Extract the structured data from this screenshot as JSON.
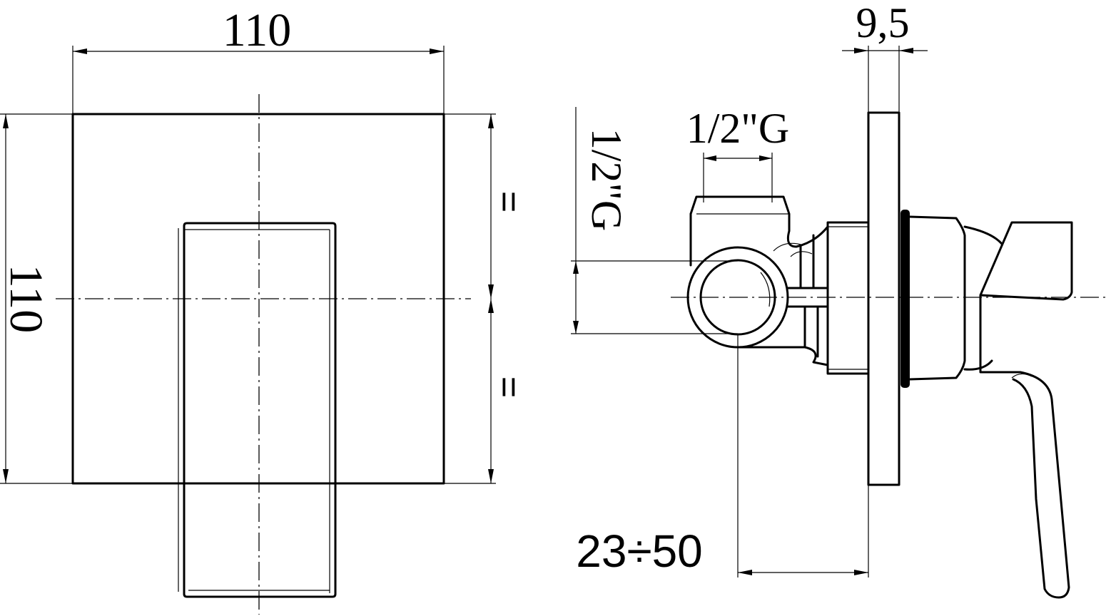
{
  "front_view": {
    "width_label": "110",
    "height_label": "110",
    "equal_top_label": "=",
    "equal_bottom_label": "="
  },
  "side_view": {
    "plate_thickness_label": "9,5",
    "thread_top_label": "1/2\"G",
    "thread_side_label": "1/2\"G",
    "depth_range_label": "23÷50"
  }
}
